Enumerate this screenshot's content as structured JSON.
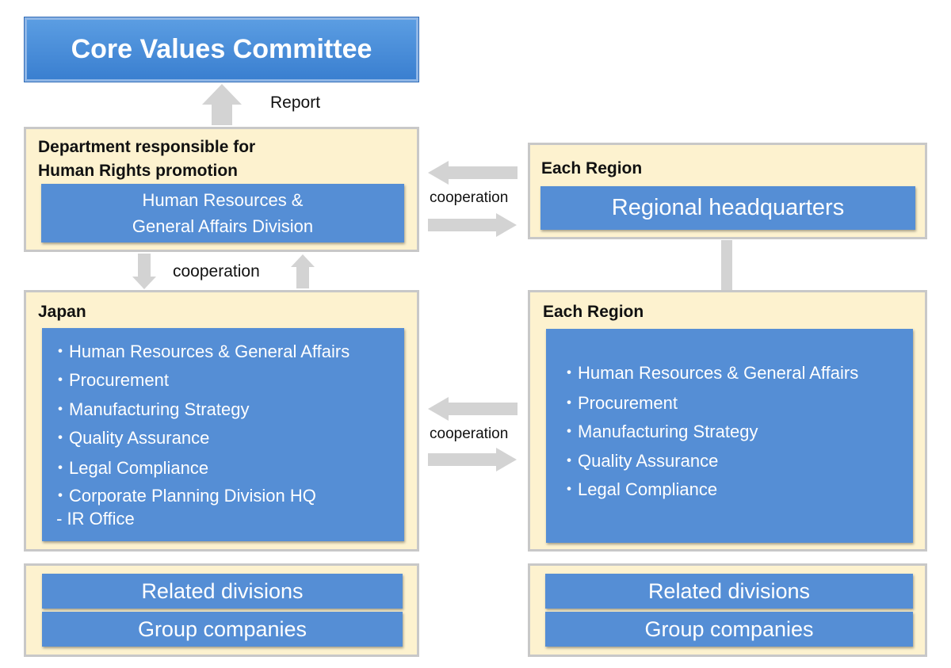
{
  "committee": {
    "title": "Core Values Committee"
  },
  "report_label": "Report",
  "department": {
    "heading_line1": "Department responsible for",
    "heading_line2": "Human Rights promotion",
    "division_line1": "Human Resources &",
    "division_line2": "General Affairs Division"
  },
  "cooperation_label": "cooperation",
  "region_top": {
    "heading": "Each Region",
    "box": "Regional headquarters"
  },
  "japan": {
    "heading": "Japan",
    "items": [
      "・Human Resources & General Affairs",
      "・Procurement",
      "・Manufacturing Strategy",
      "・Quality Assurance",
      "・Legal Compliance",
      "・Corporate Planning Division HQ",
      " - IR Office"
    ]
  },
  "region_bottom": {
    "heading": "Each Region",
    "items": [
      "・Human Resources & General Affairs",
      "・Procurement",
      "・Manufacturing Strategy",
      "・Quality Assurance",
      "・Legal Compliance"
    ]
  },
  "related": {
    "divisions": "Related divisions",
    "companies": "Group companies"
  },
  "colors": {
    "panel_bg": "#fdf2cf",
    "panel_border": "#c8c8c8",
    "box_blue": "#558ed5",
    "title_blue": "#3a7fd0",
    "arrow_gray": "#d3d3d3"
  }
}
